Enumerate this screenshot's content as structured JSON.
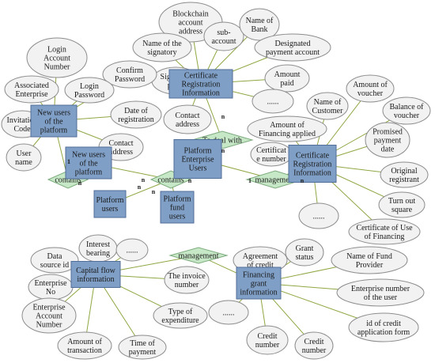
{
  "entities": {
    "certificate_registration": [
      "Certificate",
      "Registration",
      "Information"
    ],
    "new_users_platform_left": [
      "New users",
      "of the",
      "platform"
    ],
    "new_users_platform_center": [
      "New users",
      "of the",
      "platform"
    ],
    "platform_enterprise_users": [
      "Platform",
      "Enterprise",
      "Users"
    ],
    "certificate_registration_right": [
      "Certificate",
      "Registration",
      "Information"
    ],
    "platform_users": [
      "Platform",
      "users"
    ],
    "platform_fund_users": [
      "Platform",
      "fund",
      "users"
    ],
    "capital_flow": [
      "Capital flow",
      "information"
    ],
    "financing_grant": [
      "Financing",
      "grant",
      "information"
    ]
  },
  "relationships": {
    "to_deal_with": [
      "To deal with"
    ],
    "contains_left": [
      "contains"
    ],
    "contains_center": [
      "contains"
    ],
    "management_right": [
      "management"
    ],
    "management_bottom": [
      "management"
    ]
  },
  "attributes": {
    "blockchain_account_address": [
      "Blockchain",
      "account",
      "address"
    ],
    "sub_account": [
      "sub-",
      "account"
    ],
    "name_of_bank": [
      "Name of",
      "Bank"
    ],
    "name_of_signatory": [
      "Name of the",
      "signatory"
    ],
    "designated_payment_account": [
      "Designated",
      "payment account"
    ],
    "signatory_party": [
      "Signatory",
      "party"
    ],
    "amount_paid": [
      "Amount",
      "paid"
    ],
    "ellipsis_top": [
      "......"
    ],
    "contact_address_top": [
      "Contact",
      "address"
    ],
    "login_account_number": [
      "Login",
      "Account",
      "Number"
    ],
    "confirm_password": [
      "Confirm",
      "Password"
    ],
    "associated_enterprise": [
      "Associated",
      "Enterprise"
    ],
    "login_password": [
      "Login",
      "Password"
    ],
    "date_of_registration": [
      "Date of",
      "registration"
    ],
    "invitation_code": [
      "Invitation",
      "Code"
    ],
    "user_name": [
      "User",
      "name"
    ],
    "contact_address_left": [
      "Contact",
      "address"
    ],
    "name_of_customer": [
      "Name of",
      "Customer"
    ],
    "amount_of_voucher": [
      "Amount of",
      "voucher"
    ],
    "balance_of_voucher": [
      "Balance of",
      "voucher"
    ],
    "amount_of_financing_applied": [
      "Amount of",
      "Financing applied"
    ],
    "certificate_number": [
      "Certificat",
      "e number"
    ],
    "promised_payment_date": [
      "Promised",
      "payment",
      "date"
    ],
    "original_registrant": [
      "Original",
      "registrant"
    ],
    "turn_out_square": [
      "Turn out",
      "square"
    ],
    "ellipsis_right": [
      "......"
    ],
    "certificate_of_use_of_financing": [
      "Certificate of Use",
      "of Financing"
    ],
    "interest_bearing": [
      "Interest",
      "bearing"
    ],
    "ellipsis_capital": [
      "......"
    ],
    "data_source_id": [
      "Data",
      "source id"
    ],
    "enterprise_no": [
      "Enterprise",
      "No"
    ],
    "enterprise_account_number": [
      "Enterprise",
      "Account",
      "Number"
    ],
    "the_invoice_number": [
      "The invoice",
      "number"
    ],
    "type_of_expenditure": [
      "Type of",
      "expenditure"
    ],
    "amount_of_transaction": [
      "Amount of",
      "transaction"
    ],
    "time_of_payment": [
      "Time of",
      "payment"
    ],
    "grant_status": [
      "Grant",
      "status"
    ],
    "agreement_of_credit": [
      "Agreement",
      "of credit"
    ],
    "name_of_fund_provider": [
      "Name of Fund",
      "Provider"
    ],
    "enterprise_number_of_user": [
      "Enterprise number",
      "of the user"
    ],
    "ellipsis_financing": [
      "......"
    ],
    "id_of_credit_application_form": [
      "id of credit",
      "application form"
    ],
    "credit_number_1": [
      "Credit",
      "number"
    ],
    "credit_number_2": [
      "Credit",
      "number"
    ]
  },
  "cardinalities": {
    "cert_top_to_deal": "n",
    "cert_top_to_deal_end": "n",
    "left_users_contains": "1",
    "left_contains_center": "n",
    "center_contains_a": "n",
    "center_contains_b": "n",
    "center_contains_c": "n",
    "contains_platform": "n",
    "platform_management": "1",
    "management_cert_right": "n"
  },
  "colors": {
    "entity_fill": "#7f9fc6",
    "relationship_fill": "#c7e8c7",
    "attribute_fill": "#f2f2f2",
    "connector": "#8fa743"
  }
}
